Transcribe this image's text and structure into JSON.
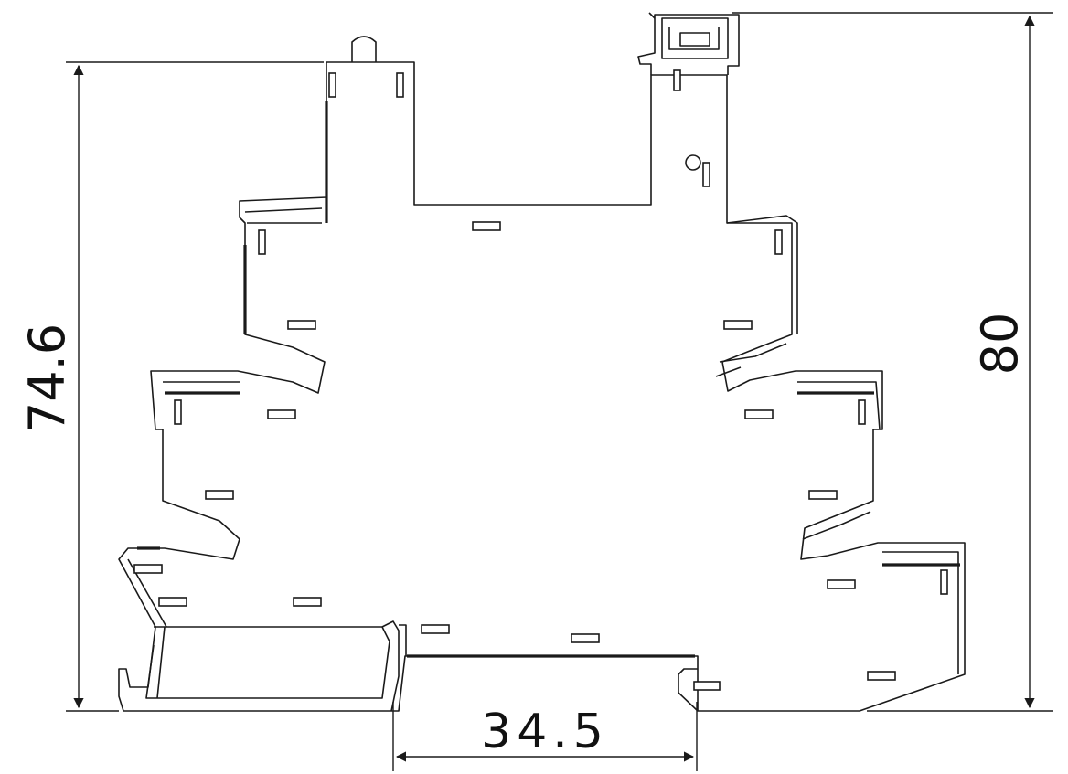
{
  "drawing": {
    "stroke_color": "#1a1a1a",
    "background": "#ffffff"
  },
  "dimensions": {
    "height_left": "74.6",
    "height_right": "80",
    "width_bottom": "34.5"
  }
}
